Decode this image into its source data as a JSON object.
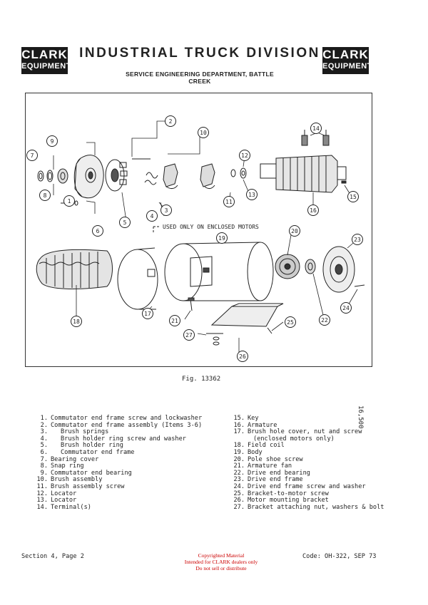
{
  "header": {
    "logo_line1": "CLARK",
    "logo_line2": "EQUIPMENT",
    "title": "INDUSTRIAL TRUCK DIVISION",
    "subtitle": "SERVICE ENGINEERING DEPARTMENT, BATTLE CREEK"
  },
  "diagram": {
    "note": "USED ONLY ON ENCLOSED MOTORS",
    "callouts": [
      "1",
      "2",
      "3",
      "4",
      "5",
      "6",
      "7",
      "8",
      "9",
      "10",
      "11",
      "12",
      "13",
      "14",
      "15",
      "16",
      "17",
      "18",
      "19",
      "20",
      "21",
      "22",
      "23",
      "24",
      "25",
      "26",
      "27"
    ]
  },
  "figure_caption": "Fig. 13362",
  "side_code": "16,500",
  "legend_left": [
    {
      "n": "1.",
      "t": "Commutator end frame screw and lockwasher",
      "style": ""
    },
    {
      "n": "2.",
      "t": "Commutator end frame assembly (Items 3-6)",
      "style": ""
    },
    {
      "n": "3.",
      "t": "Brush springs",
      "style": "sub"
    },
    {
      "n": "4.",
      "t": "Brush holder ring screw and washer",
      "style": "sub"
    },
    {
      "n": "5.",
      "t": "Brush holder ring",
      "style": "sub"
    },
    {
      "n": "6.",
      "t": "Commutator end frame",
      "style": "sub"
    },
    {
      "n": "7.",
      "t": "Bearing cover",
      "style": ""
    },
    {
      "n": "8.",
      "t": "Snap ring",
      "style": ""
    },
    {
      "n": "9.",
      "t": "Commutator end bearing",
      "style": ""
    },
    {
      "n": "10.",
      "t": "Brush assembly",
      "style": ""
    },
    {
      "n": "11.",
      "t": "Brush assembly screw",
      "style": ""
    },
    {
      "n": "12.",
      "t": "Locator",
      "style": ""
    },
    {
      "n": "13.",
      "t": "Locator",
      "style": ""
    },
    {
      "n": "14.",
      "t": "Terminal(s)",
      "style": ""
    }
  ],
  "legend_right": [
    {
      "n": "15.",
      "t": "Key",
      "style": ""
    },
    {
      "n": "16.",
      "t": "Armature",
      "style": ""
    },
    {
      "n": "17.",
      "t": "Brush hole cover, nut and screw",
      "style": ""
    },
    {
      "n": "",
      "t": "(enclosed motors only)",
      "style": "cont"
    },
    {
      "n": "18.",
      "t": "Field coil",
      "style": ""
    },
    {
      "n": "19.",
      "t": "Body",
      "style": ""
    },
    {
      "n": "20.",
      "t": "Pole shoe screw",
      "style": ""
    },
    {
      "n": "21.",
      "t": "Armature fan",
      "style": ""
    },
    {
      "n": "22.",
      "t": "Drive end bearing",
      "style": ""
    },
    {
      "n": "23.",
      "t": "Drive end frame",
      "style": ""
    },
    {
      "n": "24.",
      "t": "Drive end frame screw and washer",
      "style": ""
    },
    {
      "n": "25.",
      "t": "Bracket-to-motor screw",
      "style": ""
    },
    {
      "n": "26.",
      "t": "Motor mounting bracket",
      "style": ""
    },
    {
      "n": "27.",
      "t": "Bracket attaching nut, washers & bolt",
      "style": ""
    }
  ],
  "footer": {
    "left": "Section 4, Page 2",
    "right": "Code: OH-322, SEP 73",
    "copyright_1": "Copyrighted Material",
    "copyright_2": "Intended for CLARK dealers only",
    "copyright_3": "Do not sell or distribute"
  }
}
